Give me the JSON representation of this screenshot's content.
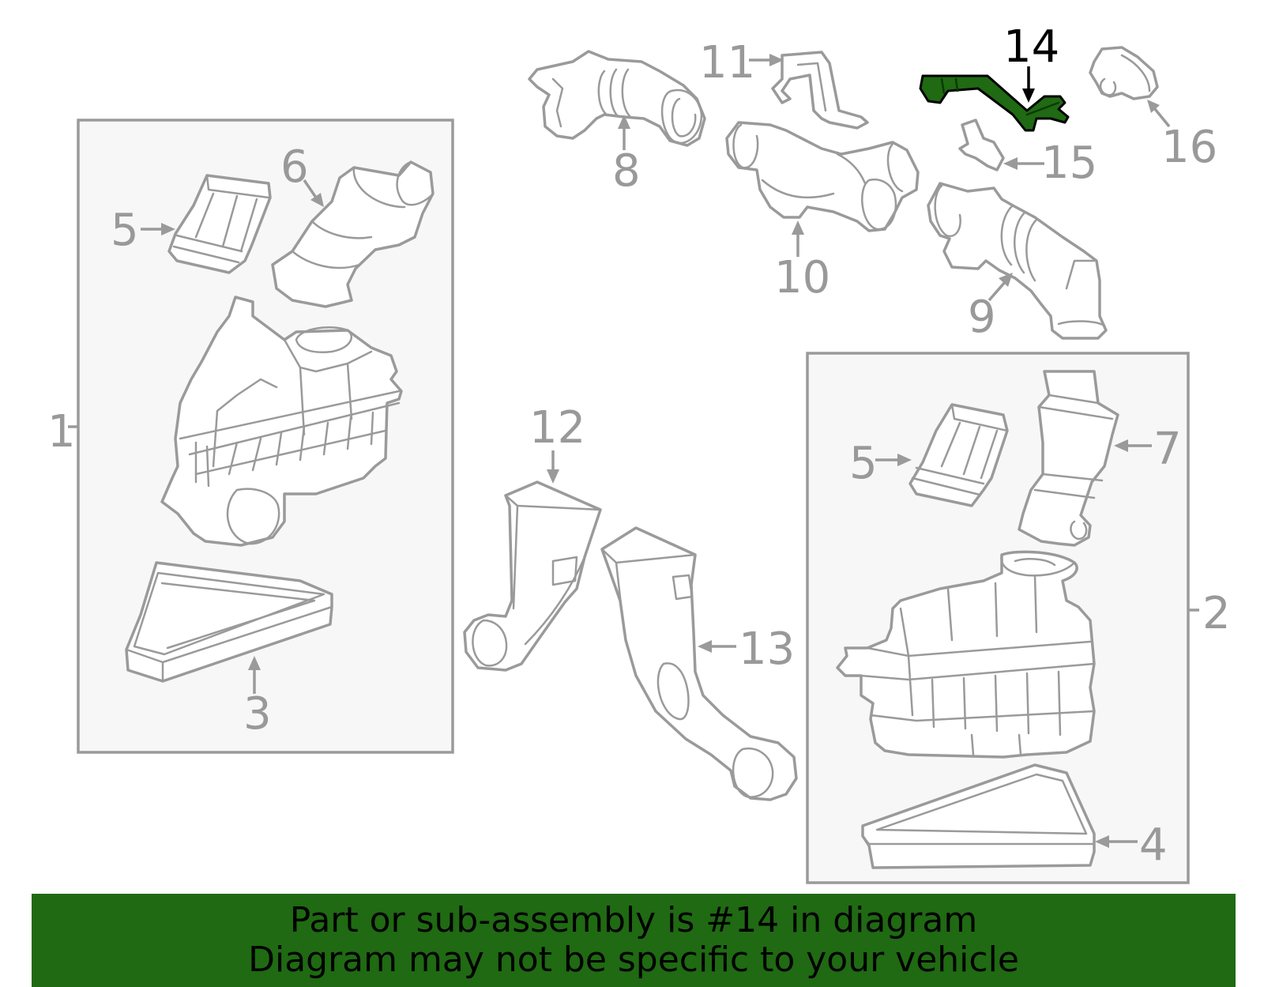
{
  "diagram": {
    "colors": {
      "line": "#9a9a9a",
      "highlight_fill": "#1f6a12",
      "highlight_outline": "#000000",
      "banner": "#1f6a12",
      "box_fill": "#f7f7f7"
    },
    "highlighted_callout": "14",
    "callouts": {
      "c1": "1",
      "c2": "2",
      "c3": "3",
      "c4": "4",
      "c5a": "5",
      "c5b": "5",
      "c6": "6",
      "c7": "7",
      "c8": "8",
      "c9": "9",
      "c10": "10",
      "c11": "11",
      "c12": "12",
      "c13": "13",
      "c14": "14",
      "c15": "15",
      "c16": "16"
    }
  },
  "banner": {
    "line1": "Part or sub-assembly is #14 in diagram",
    "line2": "Diagram may not be specific to your vehicle"
  }
}
